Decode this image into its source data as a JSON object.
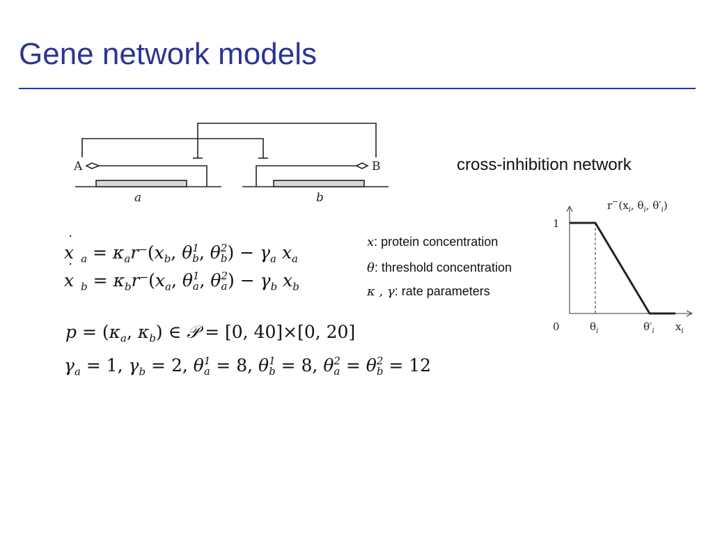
{
  "slide": {
    "title": "Gene network models"
  },
  "schematic": {
    "protein_a": "A",
    "protein_b": "B",
    "gene_a": "a",
    "gene_b": "b"
  },
  "network_caption": "cross-inhibition network",
  "equations": {
    "eq1": {
      "lhs_var": "x",
      "lhs_sub": "a",
      "eq": "=",
      "rate_sym": "κ",
      "rate_sub": "a",
      "fn": "r",
      "fn_sup": "−",
      "open": "(",
      "arg": "x",
      "arg_sub": "b",
      "comma1": ",",
      "th1": "θ",
      "th1_sub": "b",
      "th1_sup": "1",
      "comma2": ",",
      "th2": "θ",
      "th2_sub": "b",
      "th2_sup": "2",
      "close": ")",
      "minus": "−",
      "decay_sym": "γ",
      "decay_sub": "a",
      "decay_var": "x",
      "decay_var_sub": "a"
    },
    "eq2": {
      "lhs_var": "x",
      "lhs_sub": "b",
      "eq": "=",
      "rate_sym": "κ",
      "rate_sub": "b",
      "fn": "r",
      "fn_sup": "−",
      "open": "(",
      "arg": "x",
      "arg_sub": "a",
      "comma1": ",",
      "th1": "θ",
      "th1_sub": "a",
      "th1_sup": "1",
      "comma2": ",",
      "th2": "θ",
      "th2_sub": "a",
      "th2_sup": "2",
      "close": ")",
      "minus": "−",
      "decay_sym": "γ",
      "decay_sub": "b",
      "decay_var": "x",
      "decay_var_sub": "b"
    },
    "param_space": {
      "p": "p",
      "eq": "=",
      "open": "(",
      "k1": "κ",
      "k1_sub": "a",
      "comma": ",",
      "k2": "κ",
      "k2_sub": "b",
      "close": ")",
      "in": "∈",
      "space": "𝒫",
      "eq2": "=",
      "int1": "[0, 40]",
      "times": "×",
      "int2": "[0, 20]"
    },
    "param_values": {
      "g1": "γ",
      "g1_sub": "a",
      "v1": " = 1, ",
      "g2": "γ",
      "g2_sub": "b",
      "v2": " = 2, ",
      "t1": "θ",
      "t1_sub": "a",
      "t1_sup": "1",
      "v3": " = 8, ",
      "t2": "θ",
      "t2_sub": "b",
      "t2_sup": "1",
      "v4": " = 8, ",
      "t3": "θ",
      "t3_sub": "a",
      "t3_sup": "2",
      "v5": " = ",
      "t4": "θ",
      "t4_sub": "b",
      "t4_sup": "2",
      "v6": " = 12"
    }
  },
  "legend": {
    "x": {
      "symbol": "x",
      "text": ": protein concentration"
    },
    "theta": {
      "symbol": "θ",
      "text": ": threshold concentration"
    },
    "rates": {
      "symbol": "κ , γ",
      "text": ": rate parameters"
    }
  },
  "ramp_plot": {
    "title_fn": "r",
    "title_sup": "−",
    "title_args": "(x",
    "title_i1": "i",
    "title_sep1": ", θ",
    "title_i2": "i",
    "title_sep2": ", θ′",
    "title_i3": "i",
    "title_close": ")",
    "y_one": "1",
    "origin": "0",
    "theta_i": "θ",
    "theta_i_sub": "i",
    "theta_i_prime": "θ′",
    "theta_i_prime_sub": "i",
    "x_label": "x",
    "x_label_sub": "i"
  }
}
